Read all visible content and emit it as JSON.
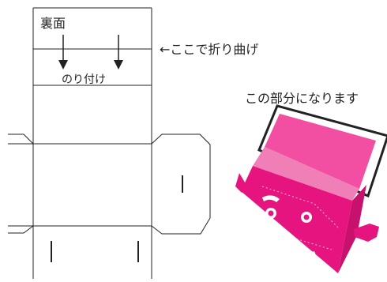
{
  "labels": {
    "back_side": "裏面",
    "glue_here": "のり付け",
    "fold_here": "←ここで折り曲げ",
    "this_part": "この部分になります"
  },
  "colors": {
    "box_magenta": "#e5147f",
    "box_light_panel": "#f07fb7",
    "lid_inner": "#f24fa2",
    "outline": "#222222",
    "background": "#ffffff",
    "face_white": "#ffffff"
  },
  "icons": {
    "fold_arrow": "down-arrow-icon",
    "face": "smiley-face-icon"
  }
}
